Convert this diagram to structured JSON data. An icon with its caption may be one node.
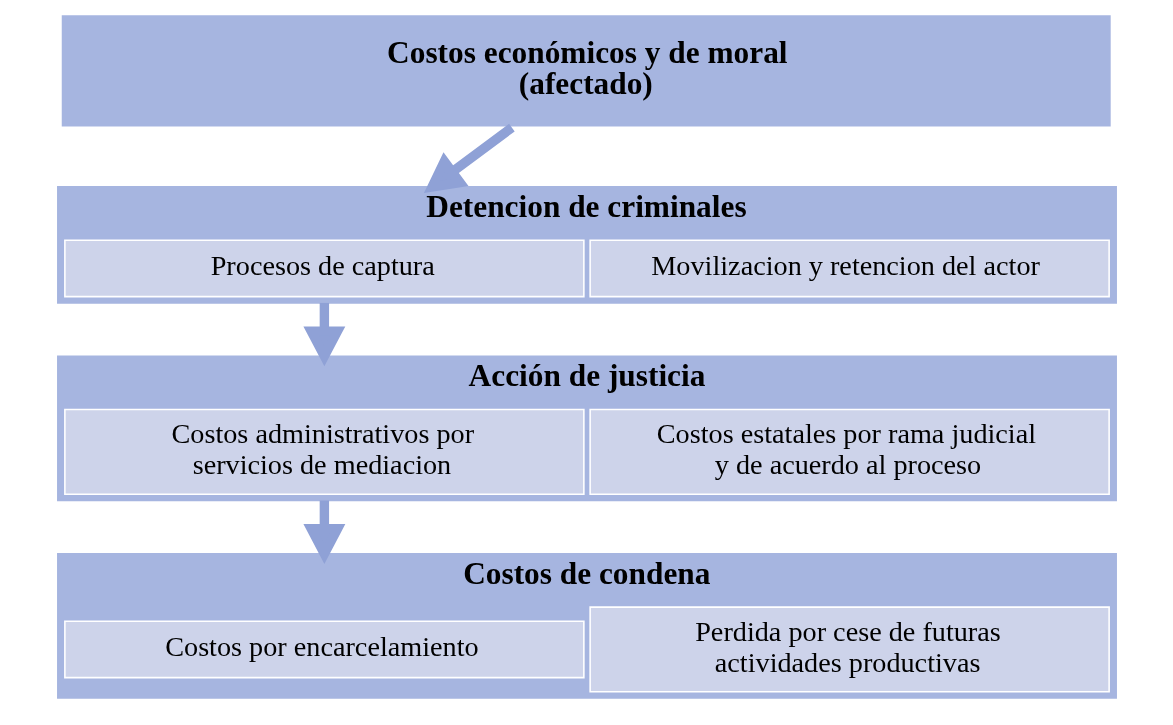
{
  "diagram": {
    "nodes": [
      {
        "text": [
          "Costos económicos y de moral (afectado)"
        ]
      },
      {
        "text": [
          "Detencion de criminales"
        ]
      },
      {
        "text": [
          "Procesos de captura"
        ],
        "in": 1
      },
      {
        "text": [
          "Movilizacion y retencion del actor"
        ],
        "in": 1
      },
      {
        "text": [
          "Acción de justicia"
        ]
      },
      {
        "text": [
          "Costos administrativos por servicios de mediacion"
        ],
        "in": 4
      },
      {
        "text": [
          "Costos estatales por rama judicial y de acuerdo al proceso"
        ],
        "in": 4
      },
      {
        "text": [
          "Costos de condena"
        ]
      },
      {
        "text": [
          "Costos por encarcelamiento"
        ],
        "in": 7
      },
      {
        "text": [
          "Perdida por cese de futuras actividades productivas"
        ],
        "in": 7
      }
    ],
    "edges": [
      {
        "from": 0,
        "to": 1,
        "arrow": "to"
      },
      {
        "from": 1,
        "to": 4,
        "arrow": "to"
      },
      {
        "from": 4,
        "to": 7,
        "arrow": "to"
      }
    ]
  }
}
